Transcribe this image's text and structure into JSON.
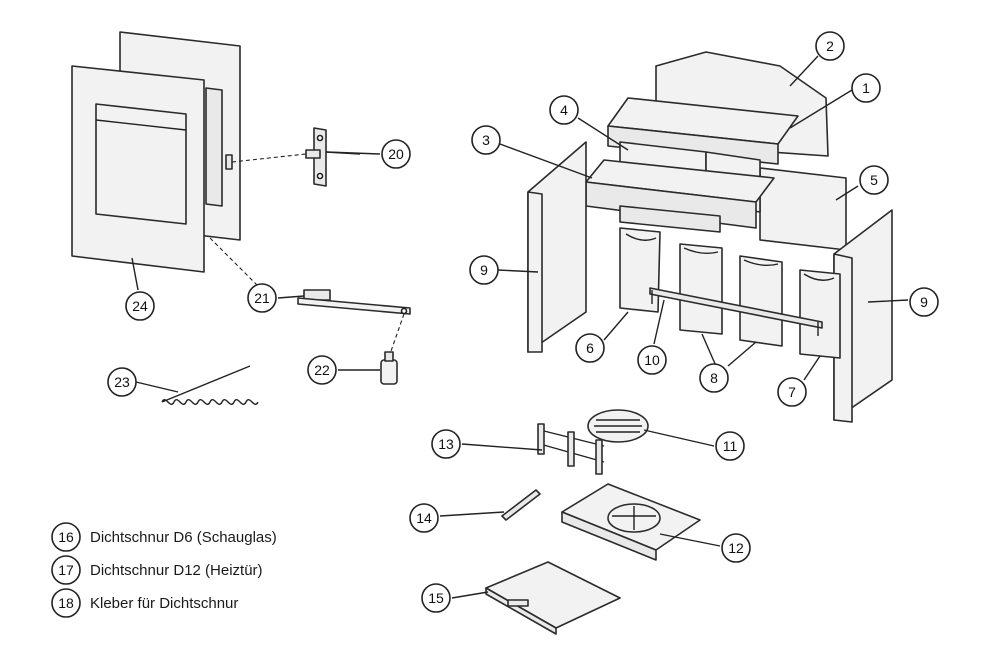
{
  "callouts": [
    {
      "id": "c1",
      "text": "1"
    },
    {
      "id": "c2",
      "text": "2"
    },
    {
      "id": "c3",
      "text": "3"
    },
    {
      "id": "c4",
      "text": "4"
    },
    {
      "id": "c5",
      "text": "5"
    },
    {
      "id": "c6",
      "text": "6"
    },
    {
      "id": "c7",
      "text": "7"
    },
    {
      "id": "c8",
      "text": "8"
    },
    {
      "id": "c9a",
      "text": "9"
    },
    {
      "id": "c9b",
      "text": "9"
    },
    {
      "id": "c10",
      "text": "10"
    },
    {
      "id": "c11",
      "text": "11"
    },
    {
      "id": "c12",
      "text": "12"
    },
    {
      "id": "c13",
      "text": "13"
    },
    {
      "id": "c14",
      "text": "14"
    },
    {
      "id": "c15",
      "text": "15"
    },
    {
      "id": "c20",
      "text": "20"
    },
    {
      "id": "c21",
      "text": "21"
    },
    {
      "id": "c22",
      "text": "22"
    },
    {
      "id": "c23",
      "text": "23"
    },
    {
      "id": "c24",
      "text": "24"
    }
  ],
  "legend": [
    {
      "number": "16",
      "text": "Dichtschnur D6 (Schauglas)"
    },
    {
      "number": "17",
      "text": "Dichtschnur D12 (Heiztür)"
    },
    {
      "number": "18",
      "text": "Kleber für Dichtschnur"
    }
  ]
}
